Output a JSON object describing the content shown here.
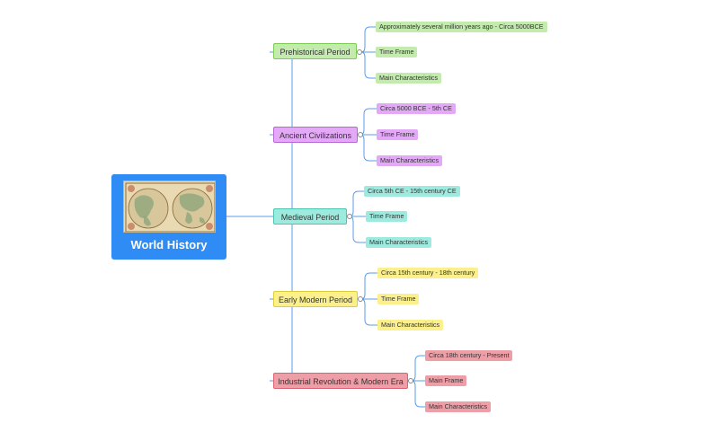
{
  "root": {
    "title": "World History",
    "image": "world-map-image"
  },
  "branches": [
    {
      "label": "Prehistorical Period",
      "color": "#c3ebae",
      "children": [
        "Approximately several million years ago - Circa 5000BCE",
        "Time Frame",
        "Main Characteristics"
      ]
    },
    {
      "label": "Ancient Civilizations",
      "color": "#e4a9f6",
      "children": [
        "Circa 5000 BCE - 5th CE",
        "Time Frame",
        "Main Characteristics"
      ]
    },
    {
      "label": "Medieval Period",
      "color": "#9debde",
      "children": [
        "Circa 5th CE - 15th century CE",
        "Time Frame",
        "Main Characteristics"
      ]
    },
    {
      "label": "Early Modern Period",
      "color": "#fbf08b",
      "children": [
        "Circa 15th century - 18th century",
        "Time Frame",
        "Main Characteristics"
      ]
    },
    {
      "label": "Industrial Revolution & Modern Era",
      "color": "#ee9ea7",
      "children": [
        "Circa 18th century - Present",
        "Main Frame",
        "Main Characteristics"
      ]
    }
  ],
  "colors": {
    "root": "#2f8cf4",
    "connector": "#5b9ee8"
  }
}
